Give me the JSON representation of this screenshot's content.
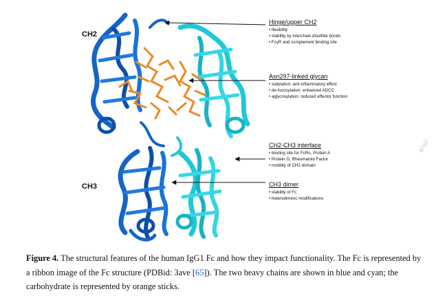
{
  "figure": {
    "domain_labels": {
      "ch2": "CH2",
      "ch3": "CH3"
    },
    "annotations": [
      {
        "title": "Hinge/upper CH2",
        "bullets": [
          "flexibility",
          "stability by interchain disulfide bonds",
          "FcγR and complement binding site"
        ]
      },
      {
        "title": "Asn297-linked glycan",
        "bullets": [
          "sialylation: anti-inflammatory effect",
          "de-fucosylation: enhanced ADCC",
          "aglycosylation: reduced effector function"
        ]
      },
      {
        "title": "CH2-CH3 interface",
        "bullets": [
          "binding site for FcRn, Protein A",
          "Protein G, Rheumatoid Factor",
          "mobility of CH2 domain"
        ]
      },
      {
        "title": "CH3 dimer",
        "bullets": [
          "stability of Fc",
          "heterodimeric modifications"
        ]
      }
    ],
    "colors": {
      "chain_a": "#1565c8",
      "chain_b": "#1ec8d8",
      "glycan": "#e98a25"
    },
    "watermark": "qiuji"
  },
  "caption": {
    "label": "Figure 4.",
    "text_before_cite": " The structural features of the human IgG1 Fc and how they impact functionality. The Fc is represented by a ribbon image of the Fc structure (PDBid: 3ave [",
    "cite": "65",
    "text_after_cite": "]). The two heavy chains are shown in blue and cyan; the carbohydrate is represented by orange sticks."
  }
}
